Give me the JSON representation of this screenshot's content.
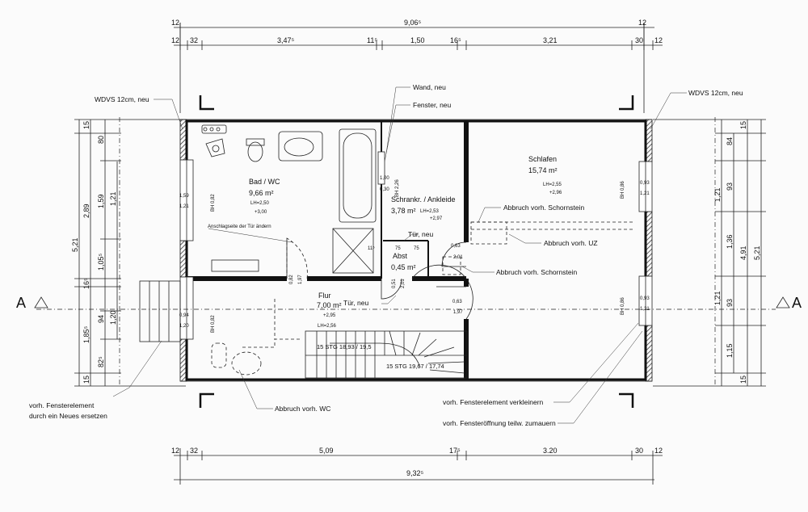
{
  "dims": {
    "top_total": "9,06⁵",
    "top_row": [
      "12",
      "32",
      "3,47⁵",
      "11⁵",
      "1,50",
      "16⁵",
      "3,21",
      "30",
      "12"
    ],
    "top_end": "12",
    "bottom_total": "9,32⁵",
    "bottom_row": [
      "12",
      "32",
      "5,09",
      "17⁵",
      "3.20",
      "30",
      "12"
    ],
    "left_outer": "5,21",
    "left_mid": [
      "15",
      "2,89",
      "16⁵",
      "1,85⁵",
      "15"
    ],
    "left_inner": [
      "80",
      "1,59",
      "1,05⁵",
      "94",
      "82⁵"
    ],
    "left_inner2": [
      "1,21",
      "1,20"
    ],
    "right_outer": "5,21",
    "right_mid": "4,91",
    "right_inner": [
      "15",
      "84",
      "93",
      "1,36",
      "93",
      "1,15",
      "15"
    ],
    "right_inner2": [
      "1,21",
      "1,21"
    ]
  },
  "labels": {
    "wdvs_left": "WDVS 12cm, neu",
    "wdvs_right": "WDVS 12cm, neu",
    "wand_neu": "Wand, neu",
    "fenster_neu": "Fenster, neu",
    "abbruch_schornstein_1": "Abbruch vorh. Schornstein",
    "abbruch_uz": "Abbruch vorh. UZ",
    "abbruch_schornstein_2": "Abbruch vorh. Schornstein",
    "tuer_neu_1": "Tür, neu",
    "tuer_neu_2": "Tür, neu",
    "anschlag": "Anschlagseite der Tür ändern",
    "abbruch_wc": "Abbruch vorh. WC",
    "fensterelement_left_1": "vorh. Fensterelement",
    "fensterelement_left_2": "durch ein Neues ersetzen",
    "fensterelement_verkleinern": "vorh. Fensterelement verkleinern",
    "fensteroeffnung": "vorh. Fensteröffnung teilw. zumauern",
    "section_left": "A",
    "section_right": "A"
  },
  "rooms": {
    "bad": {
      "name": "Bad / WC",
      "area": "9,66 m²",
      "lh": "LH=2,50",
      "level": "+3,00"
    },
    "schrank": {
      "name": "Schrankr. / Ankleide",
      "area": "3,78 m²",
      "lh": "LH=2,53",
      "level": "+2,97"
    },
    "abst": {
      "name": "Abst",
      "area": "0,45 m²"
    },
    "schlafen": {
      "name": "Schlafen",
      "area": "15,74 m²",
      "lh": "LH=2,55",
      "level": "+2,96"
    },
    "flur": {
      "name": "Flur",
      "area": "7,00 m²",
      "level": "+2,95",
      "lh": "LH=2,56"
    }
  },
  "stairs": {
    "upper": "15 STG 18,93 / 19,5",
    "lower": "15 STG 19,67 / 17,74"
  },
  "openings": {
    "bh_bad": "BH 0,82",
    "bad_win": [
      "1,59",
      "1,21"
    ],
    "bh_schrank": "BH 2,26",
    "schrank_win": [
      "1,00",
      "0,30"
    ],
    "door_bad": [
      "0,82",
      "1,97"
    ],
    "abst_w": [
      "75",
      "75"
    ],
    "abst_11": "11⁵",
    "door_abst": [
      "0,63",
      "2,01"
    ],
    "door_flur": [
      "0,51",
      "2,01"
    ],
    "door_schlafen": [
      "0,63",
      "1,97"
    ],
    "bh_flur": "BH 0,82",
    "flur_win": [
      "0,94",
      "1,20"
    ],
    "bh_schlafen_top": "BH 0,86",
    "schlafen_win_top": [
      "0,93",
      "1,21"
    ],
    "bh_schlafen_bot": "BH 0,86",
    "schlafen_win_bot": [
      "0,93",
      "1,21"
    ]
  }
}
